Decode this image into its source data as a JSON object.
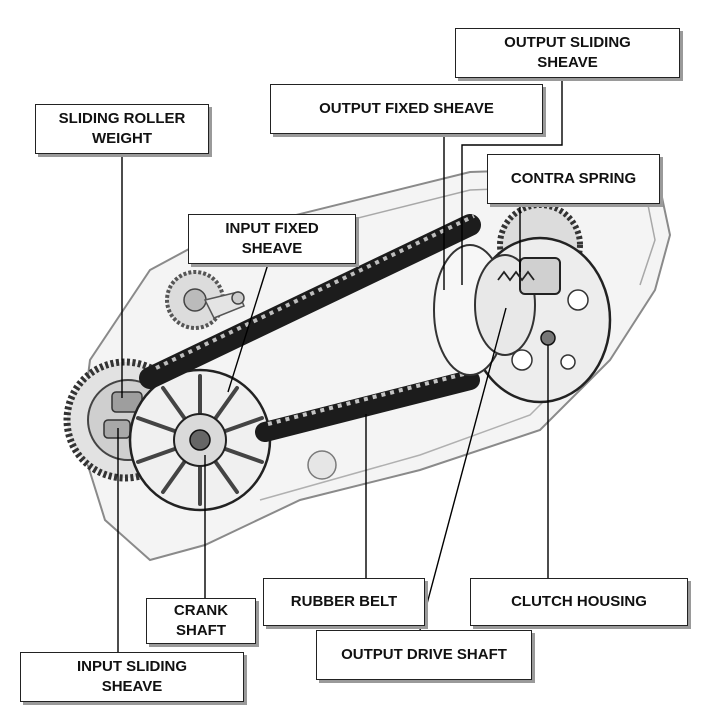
{
  "labels": {
    "output_sliding_sheave": "OUTPUT SLIDING\nSHEAVE",
    "output_fixed_sheave": "OUTPUT FIXED SHEAVE",
    "sliding_roller_weight": "SLIDING ROLLER\nWEIGHT",
    "contra_spring": "CONTRA SPRING",
    "input_fixed_sheave": "INPUT FIXED\nSHEAVE",
    "rubber_belt": "RUBBER BELT",
    "clutch_housing": "CLUTCH HOUSING",
    "crank_shaft": "CRANK\nSHAFT",
    "output_drive_shaft": "OUTPUT DRIVE SHAFT",
    "input_sliding_sheave": "INPUT SLIDING\nSHEAVE"
  }
}
